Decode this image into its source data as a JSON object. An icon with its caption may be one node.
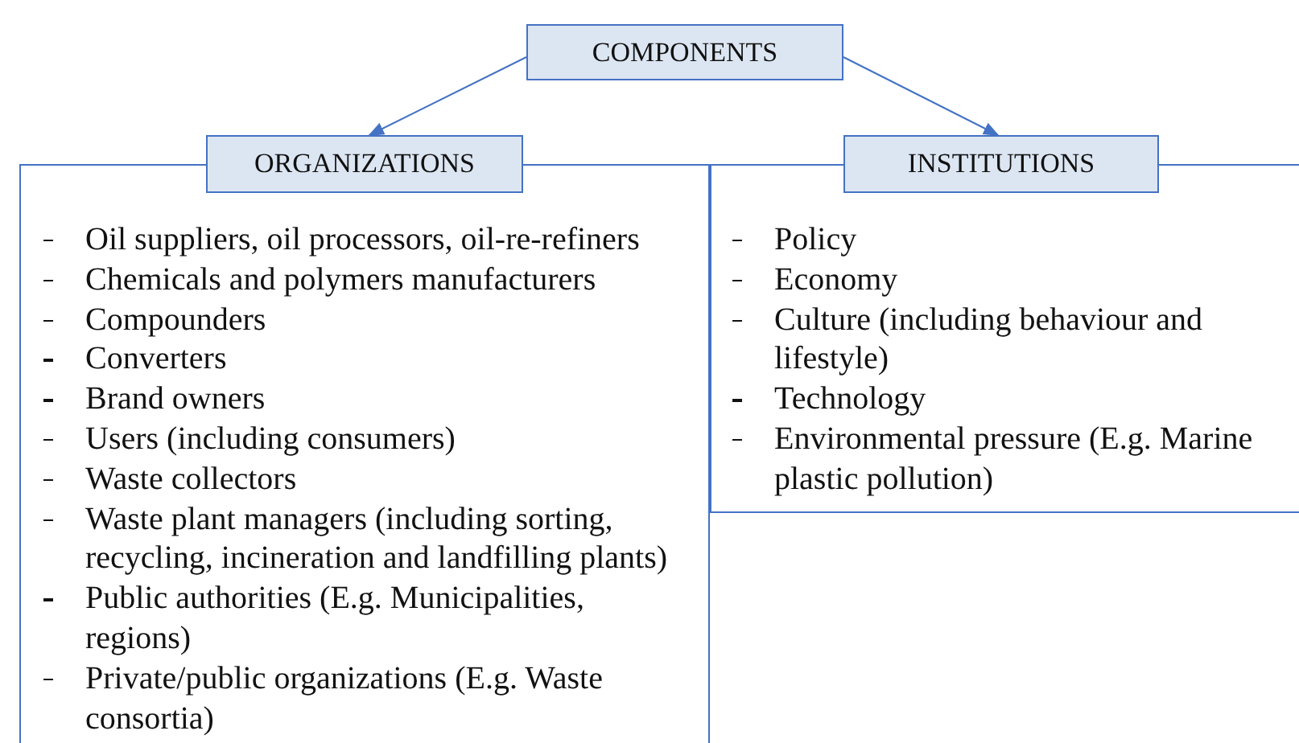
{
  "diagram": {
    "nodes": [
      {
        "text": [
          "COMPONENTS"
        ]
      },
      {
        "text": [
          "ORGANIZATIONS"
        ]
      },
      {
        "text": [
          "INSTITUTIONS"
        ]
      },
      {
        "text": [
          "Oil suppliers, oil processors, oil-re-refiners",
          "Chemicals and polymers manufacturers",
          "Compounders",
          "Converters",
          "Brand owners",
          "Users (including consumers)",
          "Waste collectors",
          "Waste plant managers (including sorting, recycling, incineration and landfilling plants)",
          "Public authorities (E.g. Municipalities, regions)",
          "Private/public organizations (E.g. Waste consortia)"
        ]
      },
      {
        "text": [
          "Policy",
          "Economy",
          "Culture (including behaviour and lifestyle)",
          "Technology",
          "Environmental pressure (E.g. Marine plastic pollution)"
        ]
      }
    ],
    "edges": [
      {
        "from": 0,
        "to": 1,
        "arrow": "to"
      },
      {
        "from": 0,
        "to": 2,
        "arrow": "to"
      }
    ]
  }
}
